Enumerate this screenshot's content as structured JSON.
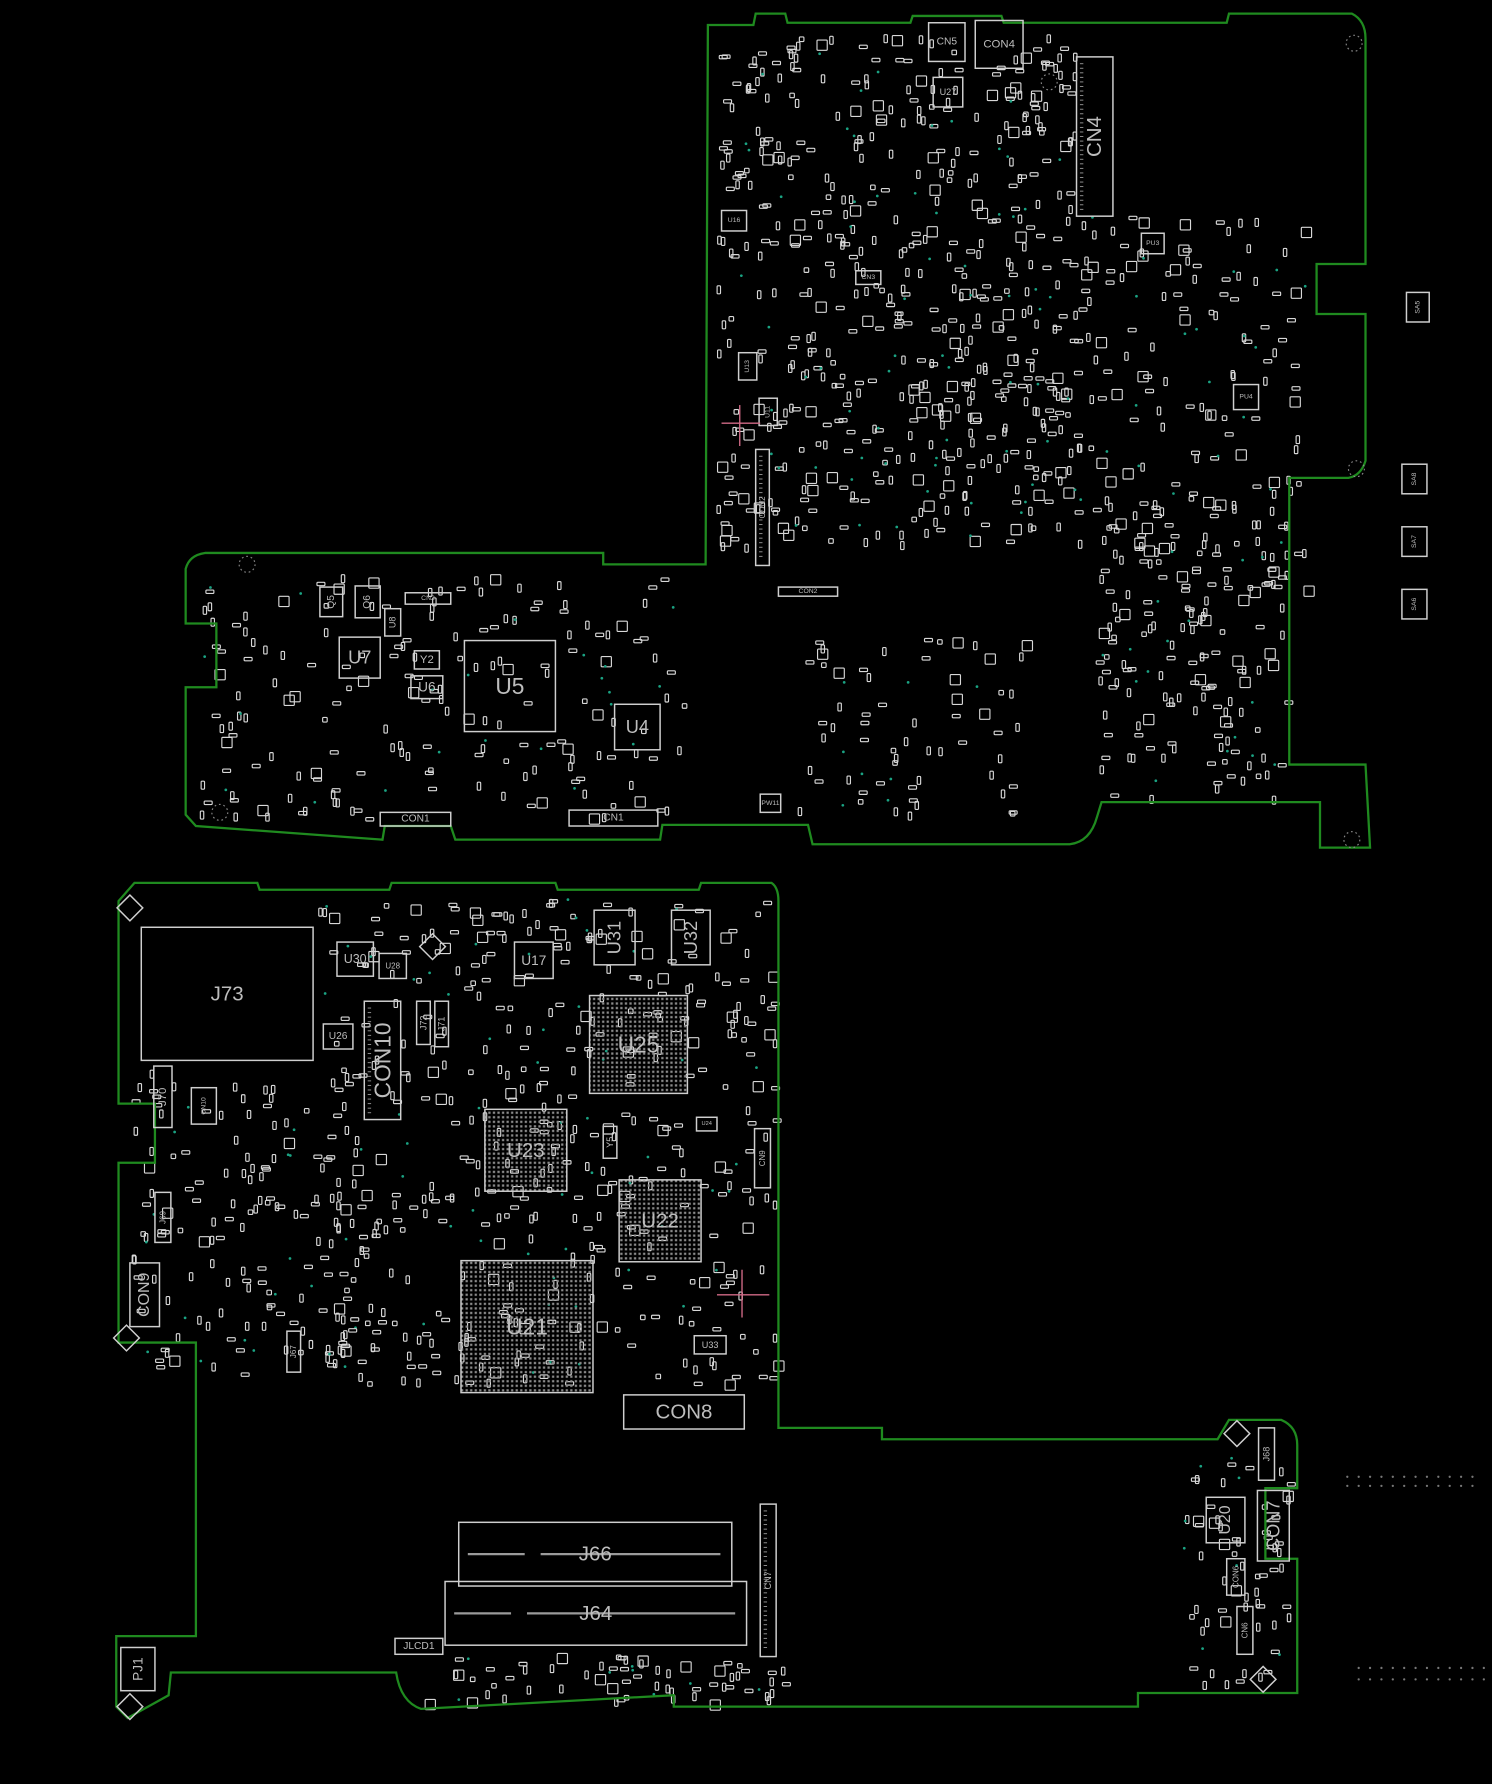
{
  "viewer": {
    "title": "Boardview"
  },
  "colors": {
    "background": "#000000",
    "outline": "#1f8a1f",
    "component": "#cfcfcf",
    "via": "#1aa383",
    "cursor": "#d06a86"
  },
  "top_board": {
    "components": [
      "CN5",
      "CON4",
      "U27",
      "CN4",
      "U16",
      "CN3",
      "PU3",
      "PU4",
      "U13",
      "U11",
      "CON2",
      "CN2",
      "Q5",
      "Q6",
      "U8",
      "U7",
      "Y2",
      "U6",
      "U5",
      "U4",
      "CON1",
      "CN1",
      "CON2",
      "PW11"
    ]
  },
  "side_parts": {
    "components": [
      "SA5",
      "SA8",
      "SA7",
      "SA6"
    ]
  },
  "bottom_board": {
    "components": [
      "J73",
      "U30",
      "U28",
      "U17",
      "U31",
      "U32",
      "U26",
      "CON10",
      "J72",
      "J71",
      "J70",
      "CN10",
      "U25",
      "U23",
      "Y5",
      "U24",
      "U22",
      "CN9",
      "CON9",
      "J69",
      "J67",
      "U21",
      "U33",
      "CON8",
      "J66",
      "J64",
      "CN7",
      "JLCD1",
      "PJ1",
      "J68",
      "U20",
      "CON7",
      "CON6",
      "CN6"
    ]
  }
}
